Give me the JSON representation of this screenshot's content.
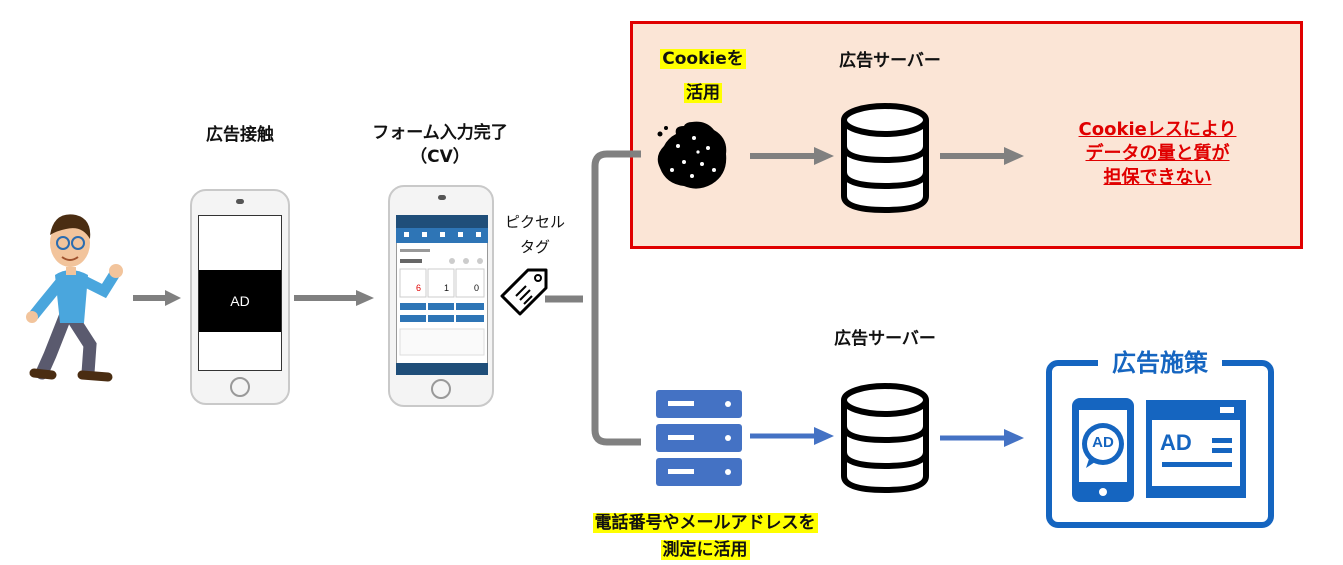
{
  "labels": {
    "ad_contact": "広告接触",
    "cv_line1": "フォーム入力完了",
    "cv_line2": "（CV）",
    "pixel_line1": "ピクセル",
    "pixel_line2": "タグ",
    "cookie_line1": "Cookieを",
    "cookie_line2": "活用",
    "ad_server_top": "広告サーバー",
    "ad_server_bottom": "広告サーバー",
    "warning_line1": "Cookieレスにより",
    "warning_line2": "データの量と質が",
    "warning_line3": "担保できない",
    "measure_line1": "電話番号やメールアドレスを",
    "measure_line2": "測定に活用",
    "ad_policy": "広告施策",
    "ad_screen": "AD",
    "ad_bubble": "AD",
    "ad_card": "AD"
  },
  "colors": {
    "red": "#e00000",
    "cookie_bg": "#fbe5d6",
    "highlight": "#ffff00",
    "blue": "#1565c0",
    "server_blue": "#4472c4",
    "arrow_gray": "#808080"
  },
  "icons": [
    "runner-figure",
    "phone-ad",
    "phone-dashboard",
    "tag-icon",
    "cookie-icon",
    "database-icon",
    "server-rack-icon",
    "ad-policy-icon"
  ]
}
